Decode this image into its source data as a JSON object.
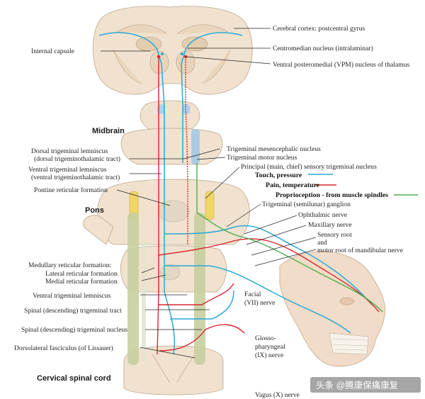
{
  "labels": {
    "cortex": "Cerebral cortex: postcentral gyrus",
    "internal_capsule": "Internal capsule",
    "centromedian": "Centromedian nucleus (intralaminar)",
    "vpm": "Ventral posteromedial (VPM) nucleus of thalamus",
    "midbrain": "Midbrain",
    "dorsal_lemniscus_1": "Dorsal trigeminal lemniscus",
    "dorsal_lemniscus_2": "(dorsal trigeminothalamic tract)",
    "ventral_lemniscus_1": "Ventral trigeminal lemniscus",
    "ventral_lemniscus_2": "(ventral trigeminothalamic tract)",
    "mesencephalic": "Trigeminal mesencephalic nucleus",
    "motor_nucleus": "Trigeminal motor nucleus",
    "principal": "Principal (main, chief) sensory trigeminal nucleus",
    "pontine_reticular": "Pontine reticular formation",
    "pons": "Pons",
    "touch": "Touch, pressure",
    "pain": "Pain, temperature",
    "proprioception": "Proprioception - from muscle spindles",
    "ganglion": "Trigeminal (semilunar) ganglion",
    "ophthalmic": "Ophthalmic nerve",
    "maxillary": "Maxillary nerve",
    "sensory_root": "Sensory root",
    "and": "and",
    "motor_root": "motor root of mandibular nerve",
    "medullary_1": "Medullary reticular formation:",
    "lateral_reticular": "Lateral reticular formation",
    "medial_reticular": "Medial reticular formation",
    "ventral_lemniscus_short": "Ventral trigeminal lemniscus",
    "facial_1": "Facial",
    "facial_2": "(VII) nerve",
    "spinal_tract": "Spinal (descending) trigeminal tract",
    "spinal_nucleus": "Spinal (descending) trigeminal nucleus",
    "glosso_1": "Glosso-",
    "glosso_2": "pharyngeal",
    "glosso_3": "(IX) nerve",
    "dorsolateral": "Dorsolateral fasciculus (of Lissauer)",
    "cervical": "Cervical spinal cord",
    "vagus": "Vagus (X) nerve"
  },
  "watermark": "头条 @腾康保痛康复",
  "colors": {
    "touch": "#29a8d8",
    "pain": "#d8272e",
    "proprioception": "#4aae4e",
    "tissue": "#f1e2cf"
  }
}
